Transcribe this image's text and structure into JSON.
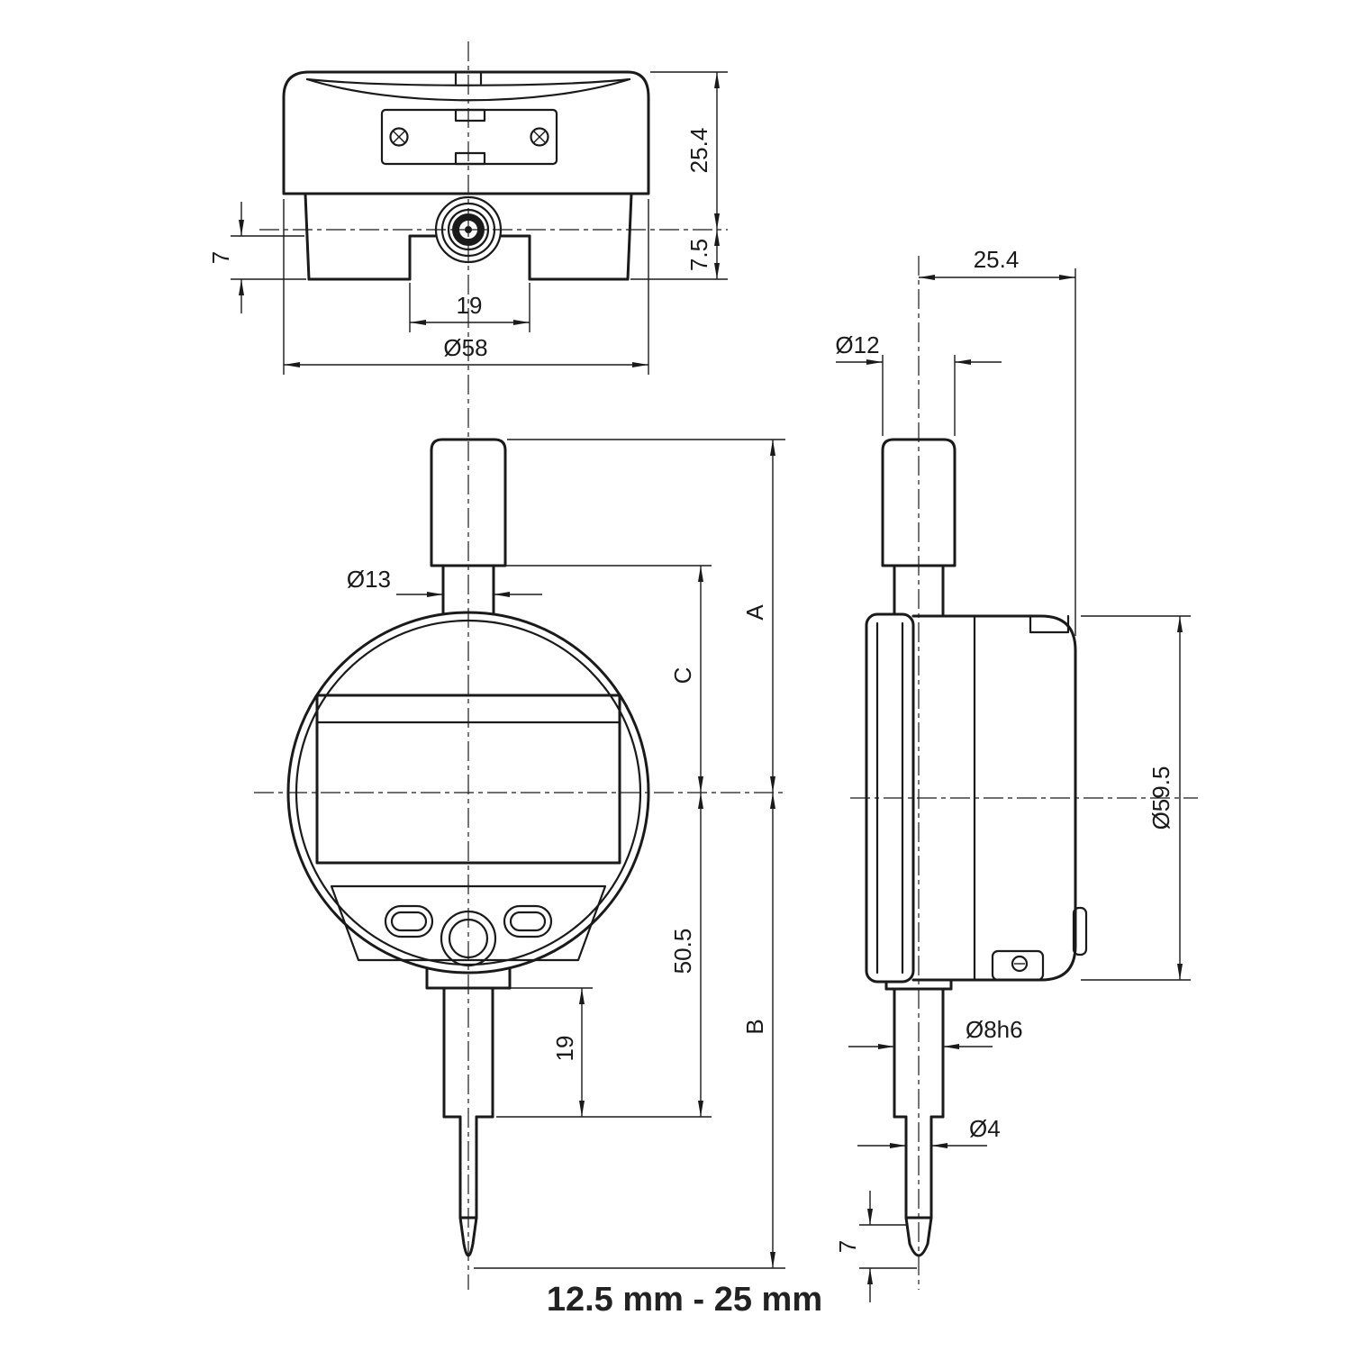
{
  "caption": "12.5 mm - 25 mm",
  "colors": {
    "line": "#1a1a1a",
    "background": "#ffffff"
  },
  "top_view": {
    "dims": {
      "outer_diameter": "Ø58",
      "notch_width": "19",
      "height_top": "25.4",
      "height_bottom": "7.5",
      "notch_depth": "7"
    }
  },
  "front_view": {
    "dims": {
      "stem_diameter": "Ø13",
      "dim_a": "A",
      "dim_c": "C",
      "dim_b": "B",
      "body_to_bushing": "50.5",
      "bushing_length": "19"
    }
  },
  "side_view": {
    "dims": {
      "depth": "25.4",
      "cap_diameter": "Ø12",
      "body_diameter": "Ø59.5",
      "bushing_diameter": "Ø8h6",
      "spindle_diameter": "Ø4",
      "tip_length": "7"
    }
  }
}
